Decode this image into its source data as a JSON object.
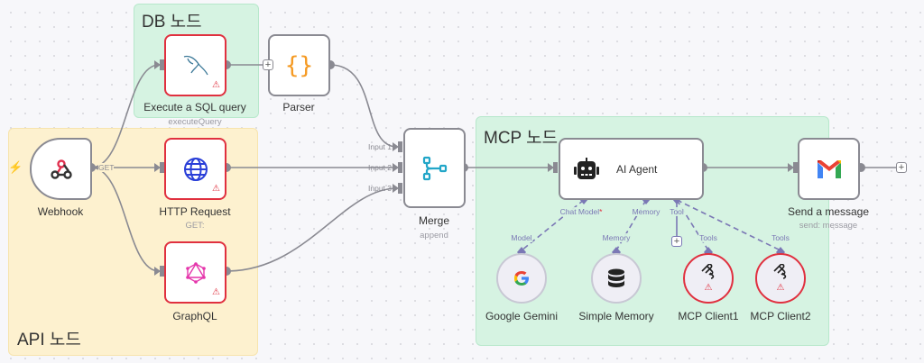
{
  "groups": {
    "db": {
      "title": "DB 노드",
      "color": "#d6f3e2"
    },
    "api": {
      "title": "API 노드",
      "color": "#fdf1cf"
    },
    "mcp": {
      "title": "MCP 노드",
      "color": "#d6f3e2"
    }
  },
  "nodes": {
    "webhook": {
      "label": "Webhook",
      "icon": "webhook-icon",
      "output_label": "GET"
    },
    "sql": {
      "label": "Execute a SQL query",
      "sublabel": "executeQuery",
      "icon": "mysql-dolphin-icon",
      "has_warning": true
    },
    "parser": {
      "label": "Parser",
      "icon": "braces-icon",
      "icon_text": "{}"
    },
    "http": {
      "label": "HTTP Request",
      "sublabel": "GET:",
      "icon": "globe-icon",
      "has_warning": true
    },
    "graphql": {
      "label": "GraphQL",
      "icon": "graphql-icon",
      "has_warning": true
    },
    "merge": {
      "label": "Merge",
      "sublabel": "append",
      "icon": "merge-icon",
      "inputs": [
        "Input 1",
        "Input 2",
        "Input 3"
      ]
    },
    "agent": {
      "label": "AI Agent",
      "icon": "robot-icon",
      "ports": {
        "chat_model": "Chat Model",
        "required_mark": "*",
        "memory": "Memory",
        "tool": "Tool"
      }
    },
    "gmail": {
      "label": "Send a message",
      "sublabel": "send: message",
      "icon": "gmail-icon"
    },
    "gemini": {
      "label": "Google Gemini",
      "icon": "google-icon",
      "port_label": "Model"
    },
    "memory": {
      "label": "Simple Memory",
      "icon": "database-icon",
      "port_label": "Memory"
    },
    "mcp1": {
      "label": "MCP Client1",
      "icon": "mcp-icon",
      "port_label": "Tools",
      "has_warning": true
    },
    "mcp2": {
      "label": "MCP Client2",
      "icon": "mcp-icon",
      "port_label": "Tools",
      "has_warning": true
    }
  },
  "symbols": {
    "warning": "⚠",
    "plus": "+",
    "trigger_bolt": "⚡"
  },
  "colors": {
    "error_border": "#e0303f",
    "wire": "#8a8a92",
    "sub_wire": "#7b78b5",
    "trigger": "#ff6d5a"
  }
}
